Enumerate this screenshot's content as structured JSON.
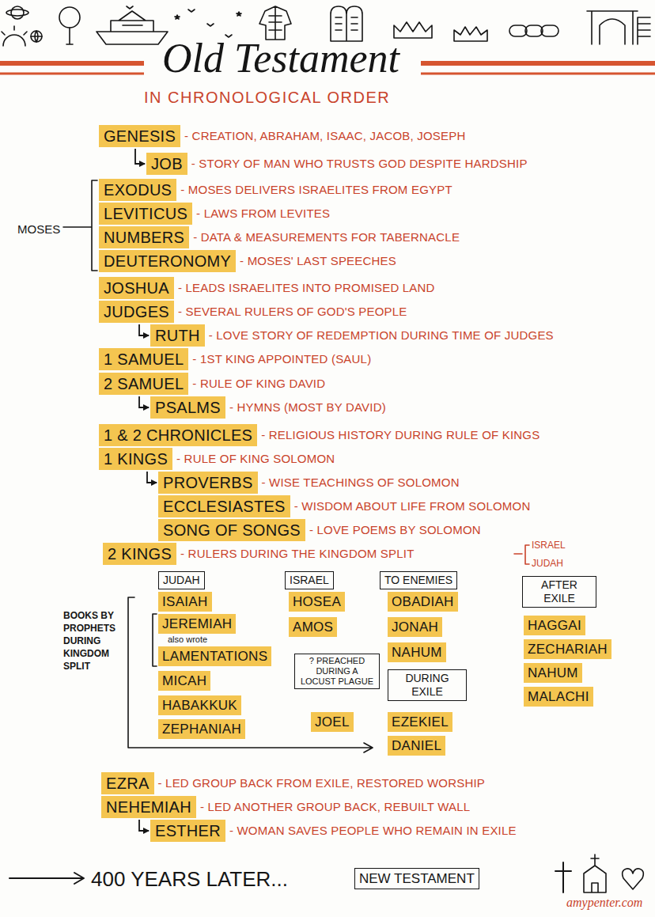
{
  "diagram": {
    "title": "Old Testament",
    "nodes": [
      {
        "text": [
          "GENESIS",
          "- CREATION, ABRAHAM, ISAAC, JACOB, JOSEPH"
        ]
      },
      {
        "text": [
          "JOB",
          "- STORY OF MAN WHO TRUSTS GOD DESPITE HARDSHIP"
        ]
      },
      {
        "text": [
          "EXODUS",
          "- MOSES DELIVERS ISRAELITES FROM EGYPT"
        ]
      },
      {
        "text": [
          "LEVITICUS",
          "- LAWS FROM LEVITES"
        ]
      },
      {
        "text": [
          "NUMBERS",
          "- DATA & MEASUREMENTS FOR TABERNACLE"
        ]
      },
      {
        "text": [
          "DEUTERONOMY",
          "- MOSES' LAST SPEECHES"
        ]
      },
      {
        "text": [
          "JOSHUA",
          "- LEADS ISRAELITES INTO PROMISED LAND"
        ]
      },
      {
        "text": [
          "JUDGES",
          "- SEVERAL RULERS OF GOD'S PEOPLE"
        ]
      },
      {
        "text": [
          "RUTH",
          "- LOVE STORY OF REDEMPTION DURING TIME OF JUDGES"
        ]
      },
      {
        "text": [
          "1 SAMUEL",
          "- 1ST KING APPOINTED (SAUL)"
        ]
      },
      {
        "text": [
          "2 SAMUEL",
          "- RULE OF KING DAVID"
        ]
      },
      {
        "text": [
          "PSALMS",
          "- HYMNS (MOST BY DAVID)"
        ]
      },
      {
        "text": [
          "1 & 2 CHRONICLES",
          "- RELIGIOUS HISTORY DURING RULE OF KINGS"
        ]
      },
      {
        "text": [
          "1 KINGS",
          "- RULE OF KING SOLOMON"
        ]
      },
      {
        "text": [
          "PROVERBS",
          "- WISE TEACHINGS OF SOLOMON"
        ]
      },
      {
        "text": [
          "ECCLESIASTES",
          "- WISDOM ABOUT LIFE FROM SOLOMON"
        ]
      },
      {
        "text": [
          "SONG OF SONGS",
          "- LOVE POEMS BY SOLOMON"
        ]
      },
      {
        "text": [
          "2 KINGS",
          "- RULERS DURING THE KINGDOM SPLIT"
        ]
      },
      {
        "text": [
          "JUDAH"
        ]
      },
      {
        "text": [
          "ISRAEL"
        ]
      },
      {
        "text": [
          "TO ENEMIES"
        ]
      },
      {
        "text": [
          "AFTER EXILE"
        ]
      },
      {
        "text": [
          "ISAIAH"
        ]
      },
      {
        "text": [
          "JEREMIAH"
        ]
      },
      {
        "text": [
          "LAMENTATIONS"
        ]
      },
      {
        "text": [
          "MICAH"
        ]
      },
      {
        "text": [
          "HABAKKUK"
        ]
      },
      {
        "text": [
          "ZEPHANIAH"
        ]
      },
      {
        "text": [
          "HOSEA"
        ]
      },
      {
        "text": [
          "AMOS"
        ]
      },
      {
        "text": [
          "? PREACHED DURING A LOCUST PLAGUE"
        ]
      },
      {
        "text": [
          "JOEL"
        ]
      },
      {
        "text": [
          "OBADIAH"
        ]
      },
      {
        "text": [
          "JONAH"
        ]
      },
      {
        "text": [
          "NAHUM"
        ]
      },
      {
        "text": [
          "DURING EXILE"
        ]
      },
      {
        "text": [
          "EZEKIEL"
        ]
      },
      {
        "text": [
          "DANIEL"
        ]
      },
      {
        "text": [
          "HAGGAI"
        ]
      },
      {
        "text": [
          "ZECHARIAH"
        ]
      },
      {
        "text": [
          "NAHUM"
        ]
      },
      {
        "text": [
          "MALACHI"
        ]
      },
      {
        "text": [
          "EZRA",
          "- LED GROUP BACK FROM EXILE, RESTORED WORSHIP"
        ]
      },
      {
        "text": [
          "NEHEMIAH",
          "- LED ANOTHER GROUP BACK, REBUILT WALL"
        ]
      },
      {
        "text": [
          "ESTHER",
          "- WOMAN SAVES PEOPLE WHO REMAIN IN EXILE"
        ]
      },
      {
        "text": [
          "NEW TESTAMENT"
        ]
      }
    ],
    "edges": [
      {
        "from": 0,
        "to": 1,
        "arrow": "to"
      },
      {
        "from": 7,
        "to": 8,
        "arrow": "to"
      },
      {
        "from": 10,
        "to": 11,
        "arrow": "to"
      },
      {
        "from": 13,
        "to": 14,
        "arrow": "to"
      },
      {
        "from": 43,
        "to": 44,
        "arrow": "to"
      }
    ],
    "labels": [
      "IN CHRONOLOGICAL ORDER",
      "MOSES",
      "ISRAEL",
      "JUDAH",
      "BOOKS BY PROPHETS DURING KINGDOM SPLIT",
      "also wrote",
      "400 YEARS LATER...",
      "amypenter.com"
    ]
  }
}
